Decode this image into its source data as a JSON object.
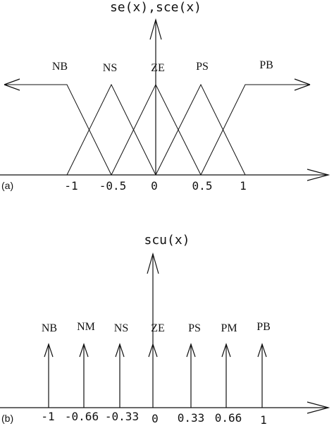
{
  "panel_a": {
    "tag": "(a)",
    "axis_title": "se(x),sce(x)",
    "tick_labels": [
      "-1",
      "-0.5",
      "0",
      "0.5",
      "1"
    ],
    "sets": [
      "NB",
      "NS",
      "ZE",
      "PS",
      "PB"
    ]
  },
  "panel_b": {
    "tag": "(b)",
    "axis_title": "scu(x)",
    "tick_labels": [
      "-1",
      "-0.66",
      "-0.33",
      "0",
      "0.33",
      "0.66",
      "1"
    ],
    "sets": [
      "NB",
      "NM",
      "NS",
      "ZE",
      "PS",
      "PM",
      "PB"
    ]
  },
  "colors": {
    "ink": "#111111",
    "background": "#ffffff"
  }
}
